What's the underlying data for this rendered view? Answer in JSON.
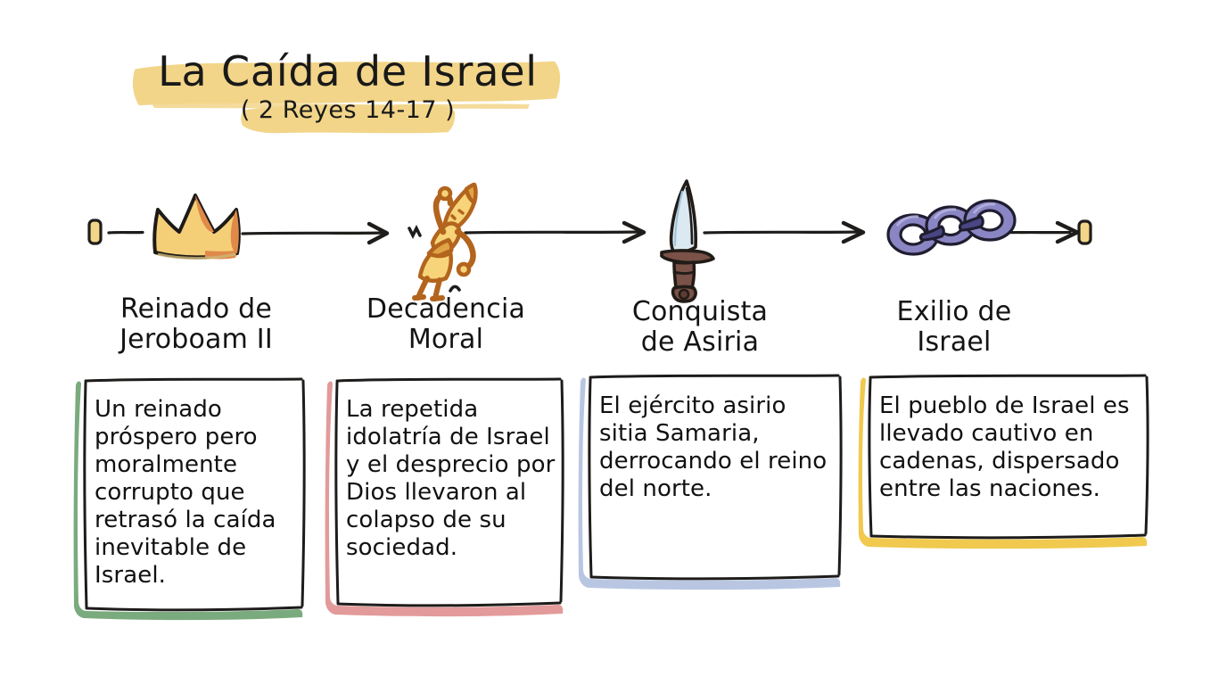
{
  "page": {
    "background_color": "#ffffff",
    "ink_color": "#1a1a1a",
    "highlight_color": "#f2d589"
  },
  "header": {
    "title": "La Caída de Israel",
    "subtitle": "( 2 Reyes 14-17 )"
  },
  "timeline": {
    "start_cap": "start-cap",
    "end_cap": "end-cap",
    "nodes": [
      {
        "id": "reinado-jeroboam",
        "icon": "crown-icon",
        "icon_colors": {
          "fill": "#f5cf78",
          "shade": "#e08a4a",
          "outline": "#1d1a17"
        },
        "label": "Reinado de\nJeroboam II"
      },
      {
        "id": "decadencia-moral",
        "icon": "falling-person-icon",
        "icon_colors": {
          "fill": "#f7d479",
          "shade": "#d98f3f",
          "outline": "#b3641d"
        },
        "label": "Decadencia\nMoral"
      },
      {
        "id": "conquista-asiria",
        "icon": "dagger-icon",
        "icon_colors": {
          "blade": "#dbe9f2",
          "handle": "#7a5248",
          "outline": "#221c18"
        },
        "label": "Conquista\nde Asiria"
      },
      {
        "id": "exilio-israel",
        "icon": "chain-icon",
        "icon_colors": {
          "ring": "#8a86c4",
          "link": "#4a4684",
          "outline": "#201d30"
        },
        "label": "Exilio de\nIsrael"
      }
    ]
  },
  "cards": [
    {
      "id": "card-reinado-jeroboam",
      "text": "Un reinado próspero pero moralmente corrupto que retrasó la caída inevitable de Israel.",
      "accent_color": "#7aab7e"
    },
    {
      "id": "card-decadencia-moral",
      "text": "La repetida idolatría de Israel y el desprecio por Dios llevaron al colapso de su sociedad.",
      "accent_color": "#e39a9a"
    },
    {
      "id": "card-conquista-asiria",
      "text": "El ejército asirio sitia Samaria, derrocando el reino del norte.",
      "accent_color": "#b8c6e2"
    },
    {
      "id": "card-exilio-israel",
      "text": "El pueblo de Israel es llevado cautivo en cadenas, dispersado entre las naciones.",
      "accent_color": "#f0c94e"
    }
  ]
}
